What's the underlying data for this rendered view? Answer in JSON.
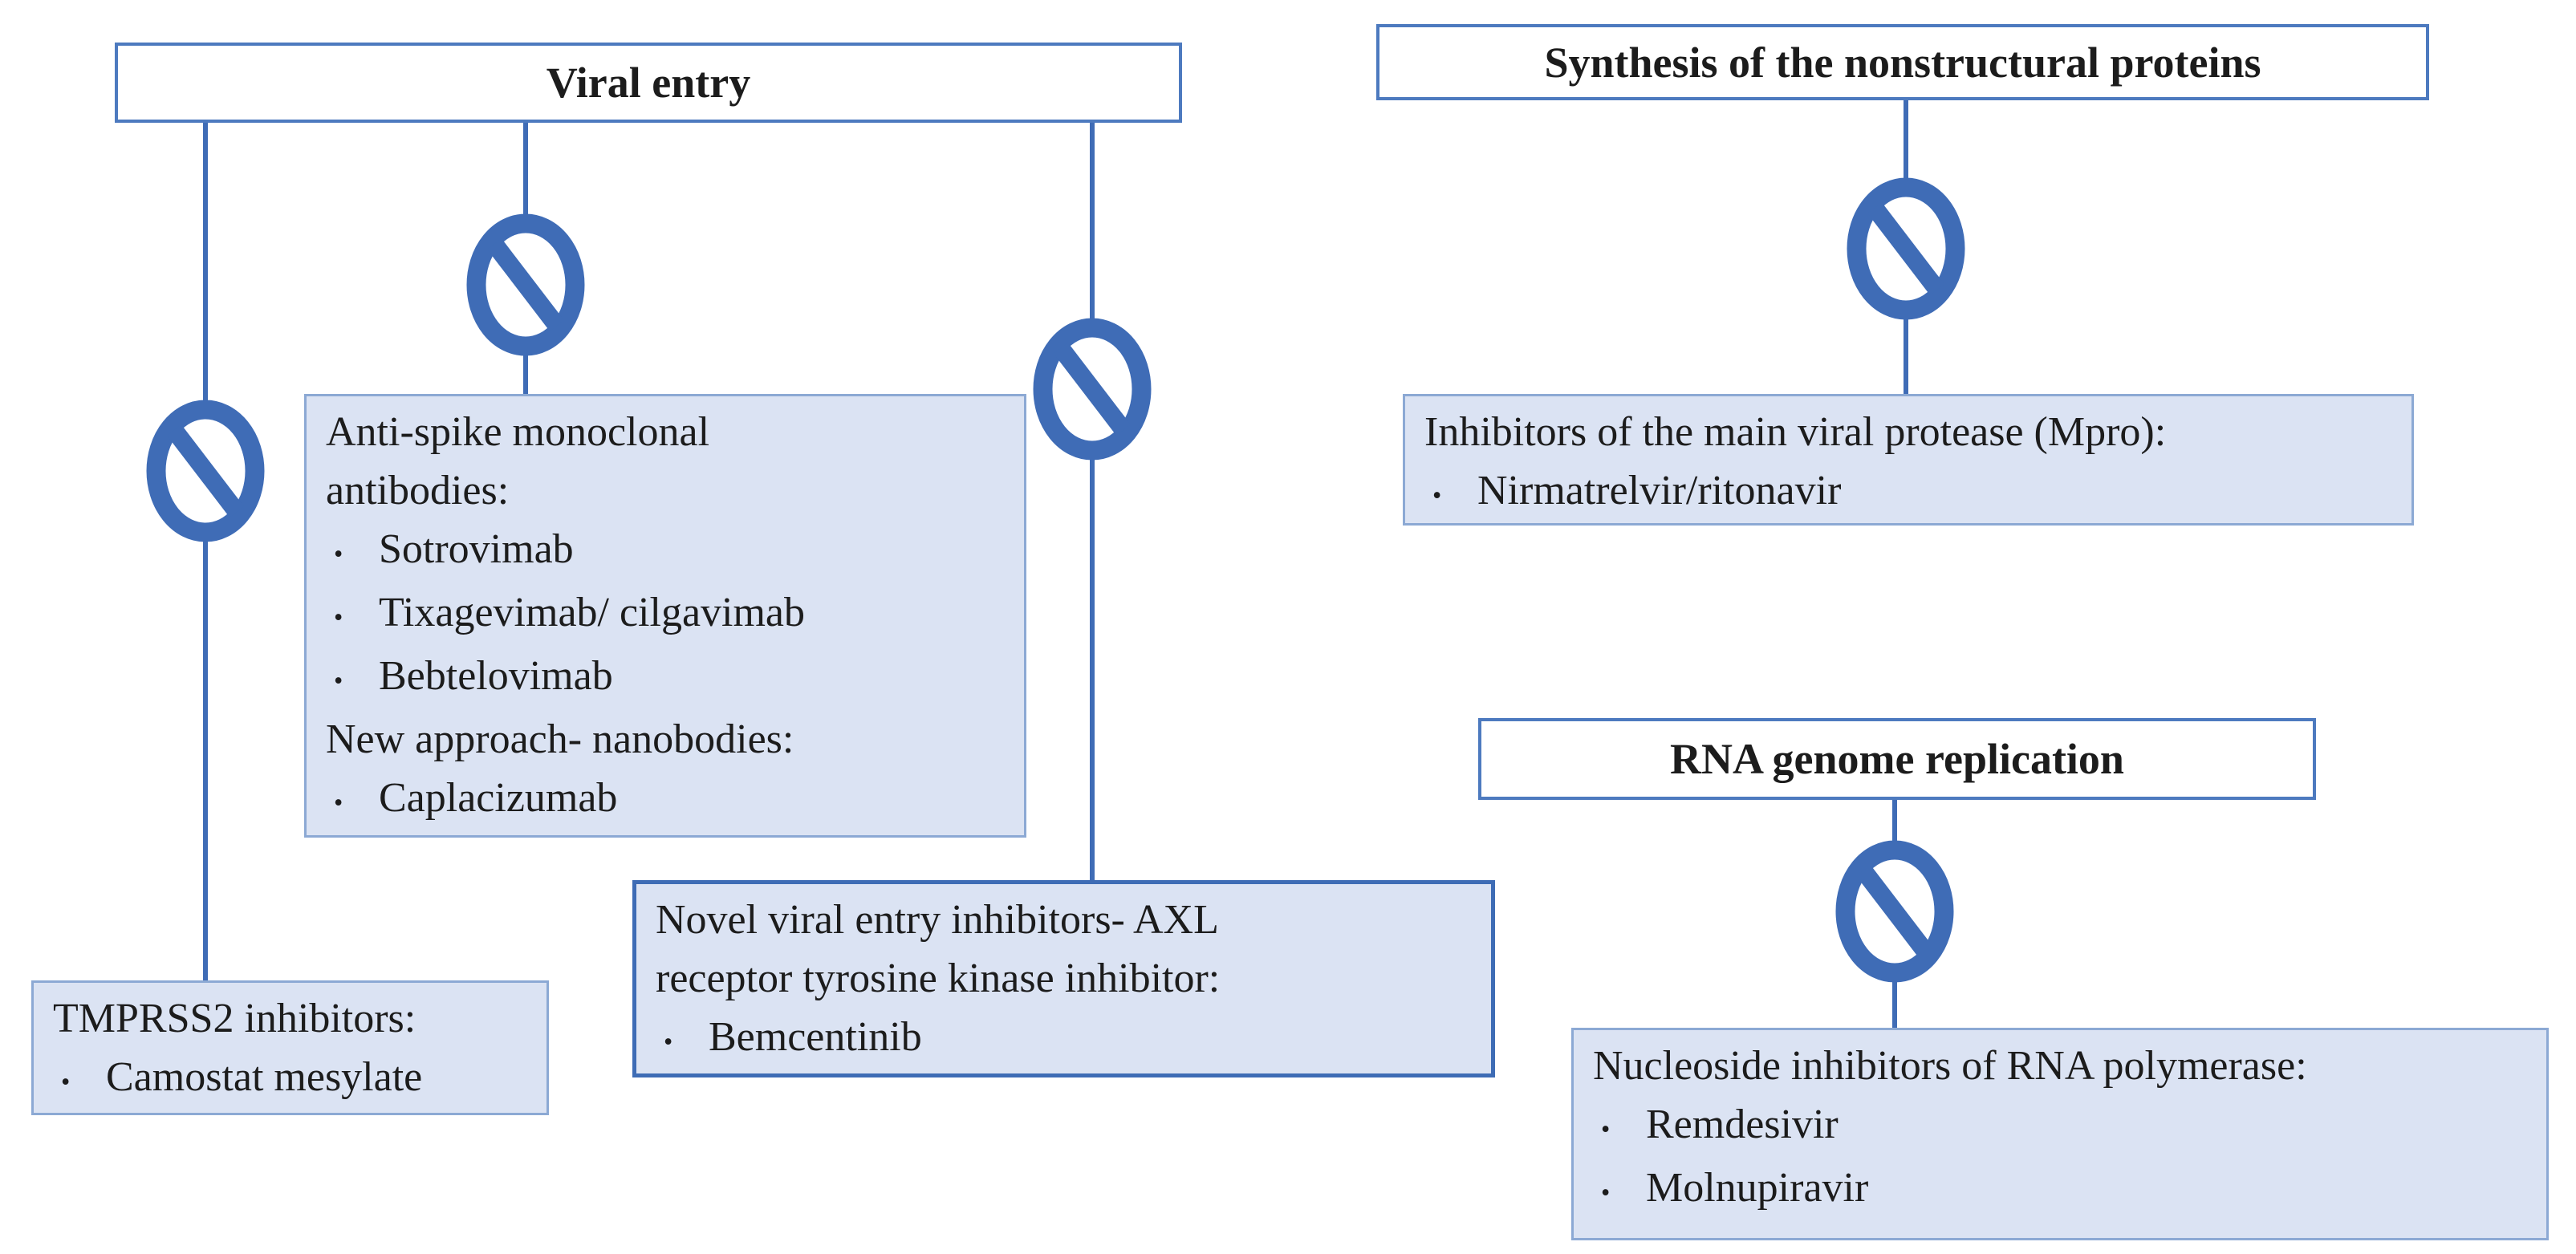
{
  "ui": {
    "bullet_char": "•"
  },
  "colors": {
    "line_blue": "#3f6cb6",
    "box_fill": "#dbe3f3",
    "box_border": "#8ca9d4",
    "novel_border": "#3e6cb5",
    "header_border": "#4d7abf",
    "text": "#1c1c1c"
  },
  "headers": {
    "viral_entry": "Viral entry",
    "synthesis": "Synthesis of the nonstructural proteins",
    "rna_replication": "RNA genome replication"
  },
  "boxes": {
    "antispike": {
      "lines": [
        {
          "bullet": false,
          "text": "Anti-spike monoclonal"
        },
        {
          "bullet": false,
          "text": "antibodies:"
        },
        {
          "bullet": true,
          "text": "Sotrovimab"
        },
        {
          "bullet": true,
          "text": "Tixagevimab/ cilgavimab"
        },
        {
          "bullet": true,
          "text": "Bebtelovimab"
        },
        {
          "bullet": false,
          "text": "New approach- nanobodies:"
        },
        {
          "bullet": true,
          "text": "Caplacizumab"
        }
      ]
    },
    "tmprss2": {
      "lines": [
        {
          "bullet": false,
          "text": "TMPRSS2 inhibitors:"
        },
        {
          "bullet": true,
          "text": "Camostat mesylate"
        }
      ]
    },
    "novel": {
      "lines": [
        {
          "bullet": false,
          "text": "Novel viral entry inhibitors- AXL"
        },
        {
          "bullet": false,
          "text": "receptor tyrosine kinase inhibitor:"
        },
        {
          "bullet": true,
          "text": "Bemcentinib"
        }
      ]
    },
    "mpro": {
      "lines": [
        {
          "bullet": false,
          "text": "Inhibitors of the main viral protease (Mpro):"
        },
        {
          "bullet": true,
          "text": "Nirmatrelvir/ritonavir"
        }
      ]
    },
    "nucleoside": {
      "lines": [
        {
          "bullet": false,
          "text": "Nucleoside inhibitors of RNA polymerase:"
        },
        {
          "bullet": true,
          "text": "Remdesivir"
        },
        {
          "bullet": true,
          "text": "Molnupiravir"
        }
      ]
    }
  },
  "icons": {
    "prohibition": "no-entry-symbol"
  }
}
